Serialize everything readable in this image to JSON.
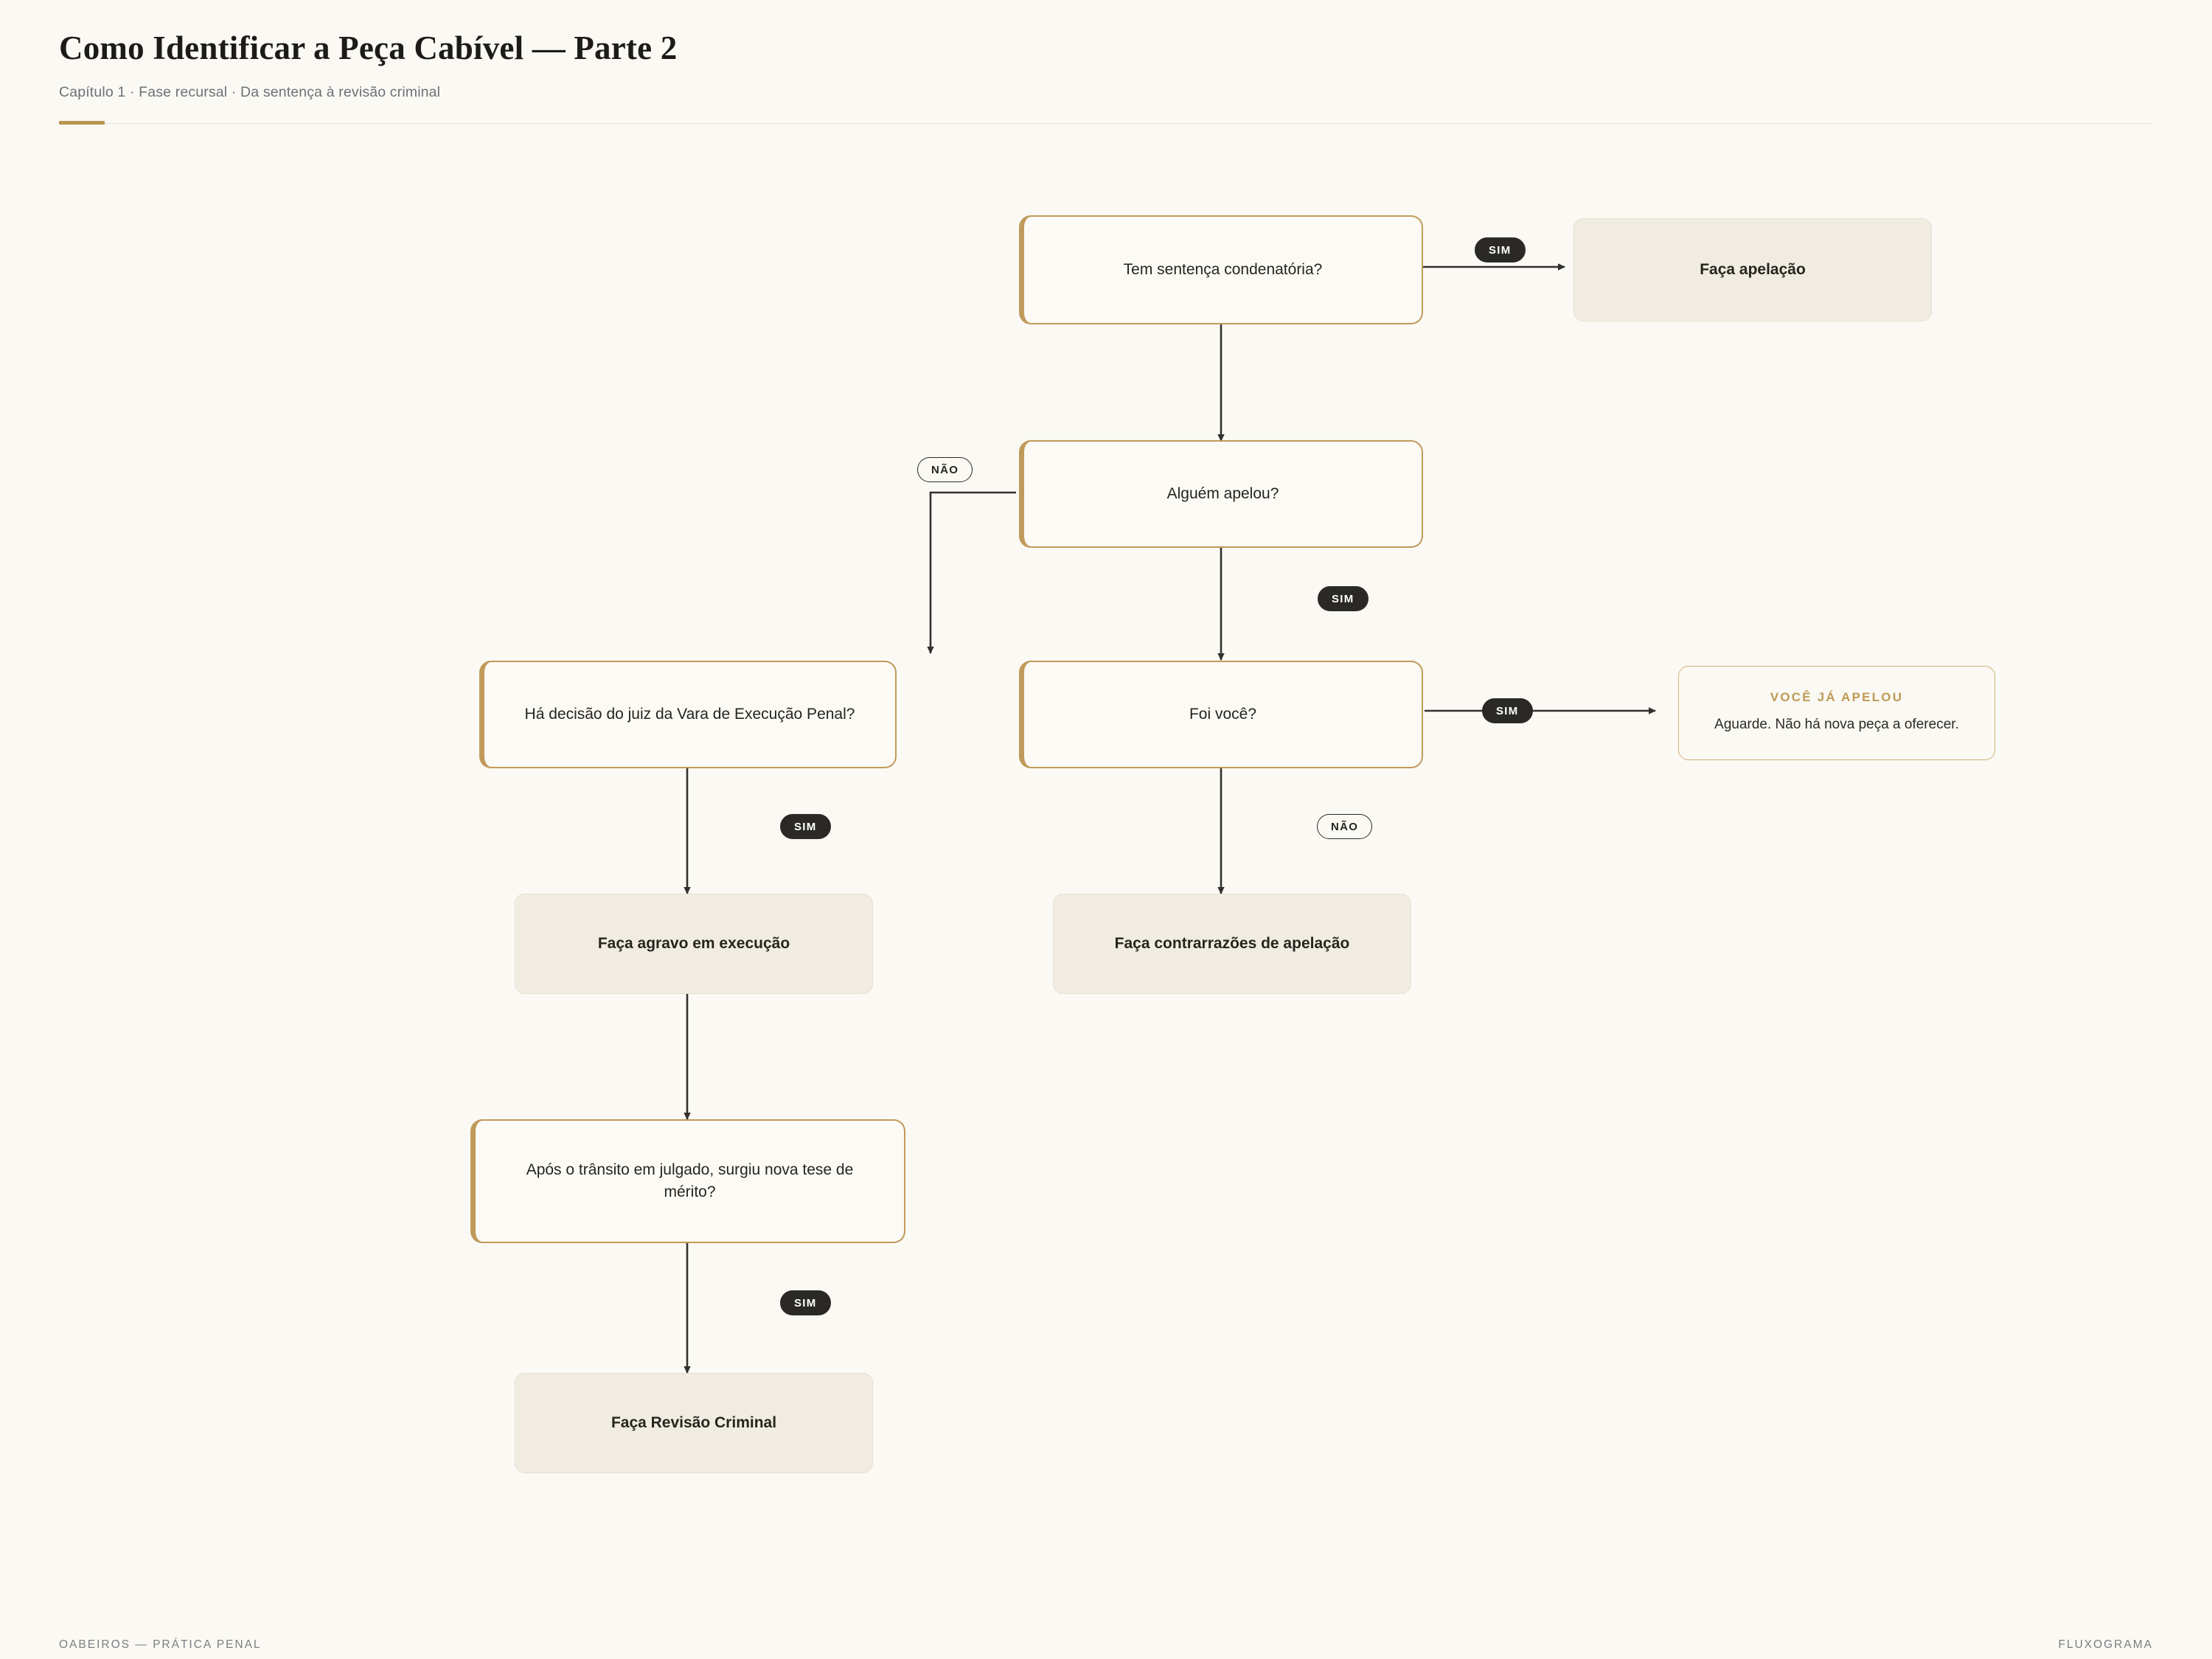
{
  "header": {
    "title": "Como Identificar a Peça Cabível — Parte 2",
    "subtitle": "Capítulo 1 · Fase recursal · Da sentença à revisão criminal"
  },
  "footer": {
    "left": "OABEIROS — PRÁTICA PENAL",
    "right": "FLUXOGRAMA"
  },
  "colors": {
    "page_background": "#faf9f4",
    "accent_gold": "#b8954f",
    "decision_border": "#c19a5b",
    "action_fill": "#f1ece2",
    "badge_dark": "#2b2926",
    "note_title": "#bf9a55"
  },
  "nodes": [
    {
      "id": "q-sentenca",
      "type": "decision",
      "label": "Tem sentença condenatória?"
    },
    {
      "id": "a-apelacao",
      "type": "action",
      "label": "Faça apelação"
    },
    {
      "id": "q-alguem",
      "type": "decision",
      "label": "Alguém apelou?"
    },
    {
      "id": "q-vep",
      "type": "decision",
      "label": "Há decisão do juiz da Vara de Execução Penal?"
    },
    {
      "id": "q-foi-voce",
      "type": "decision",
      "label": "Foi você?"
    },
    {
      "id": "n-ja-apelou",
      "type": "note",
      "title": "VOCÊ JÁ APELOU",
      "body": "Aguarde. Não há nova peça a oferecer."
    },
    {
      "id": "a-agravo",
      "type": "action",
      "label": "Faça agravo em execução"
    },
    {
      "id": "a-contrarraz",
      "type": "action",
      "label": "Faça contrarrazões de apelação"
    },
    {
      "id": "q-transito",
      "type": "decision",
      "label": "Após o trânsito em julgado, surgiu nova tese de mérito?"
    },
    {
      "id": "a-revisao",
      "type": "action",
      "label": "Faça Revisão Criminal"
    }
  ],
  "edges": [
    {
      "from": "q-sentenca",
      "to": "a-apelacao",
      "label": "SIM",
      "kind": "yes"
    },
    {
      "from": "q-sentenca",
      "to": "q-alguem",
      "label": "",
      "kind": "none"
    },
    {
      "from": "q-alguem",
      "to": "q-vep",
      "label": "NÃO",
      "kind": "no"
    },
    {
      "from": "q-alguem",
      "to": "q-foi-voce",
      "label": "SIM",
      "kind": "yes"
    },
    {
      "from": "q-foi-voce",
      "to": "n-ja-apelou",
      "label": "SIM",
      "kind": "yes"
    },
    {
      "from": "q-foi-voce",
      "to": "a-contrarraz",
      "label": "NÃO",
      "kind": "no"
    },
    {
      "from": "q-vep",
      "to": "a-agravo",
      "label": "SIM",
      "kind": "yes"
    },
    {
      "from": "a-agravo",
      "to": "q-transito",
      "label": "",
      "kind": "none"
    },
    {
      "from": "q-transito",
      "to": "a-revisao",
      "label": "SIM",
      "kind": "yes"
    }
  ]
}
